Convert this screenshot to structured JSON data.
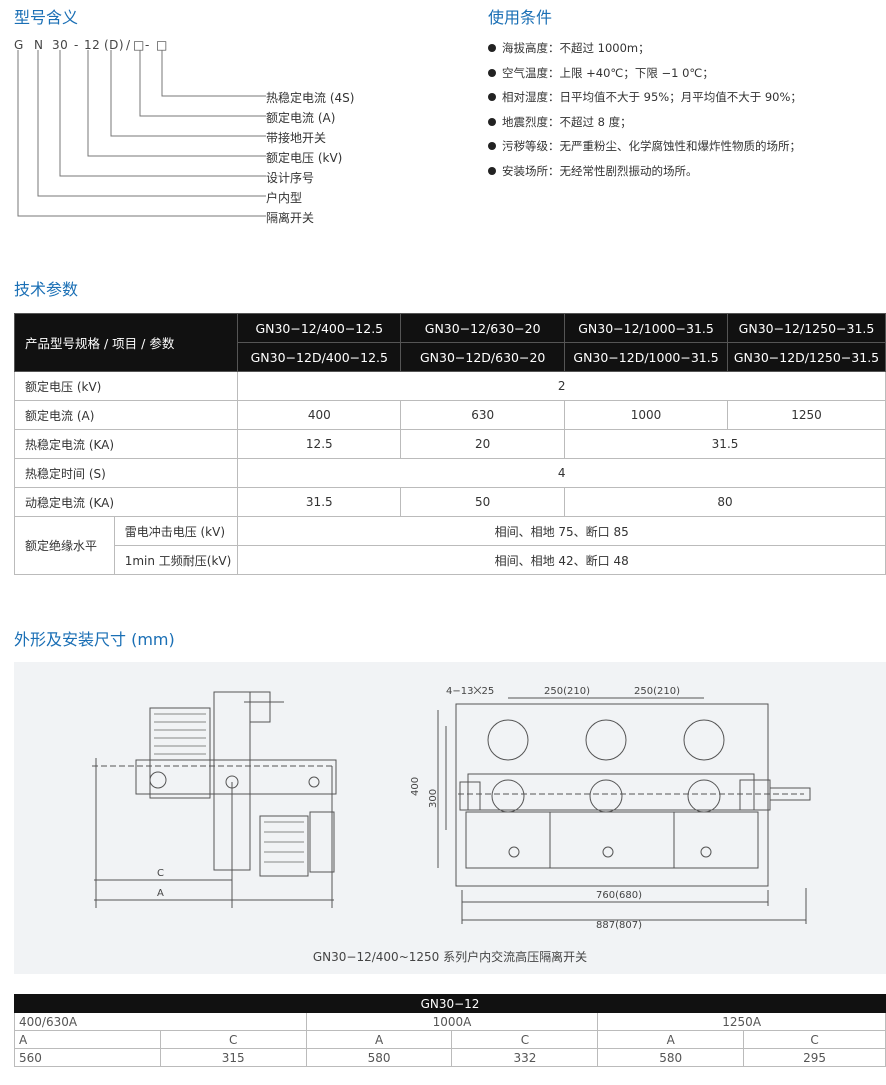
{
  "model_section": {
    "title": "型号含义",
    "code_parts": [
      "G",
      "N",
      "30",
      "-",
      "12",
      "(D)",
      "/",
      "□",
      "-",
      "□"
    ],
    "labels": [
      "热稳定电流 (4S)",
      "额定电流 (A)",
      "带接地开关",
      "额定电压 (kV)",
      "设计序号",
      "户内型",
      "隔离开关"
    ]
  },
  "conditions_section": {
    "title": "使用条件",
    "items": [
      "海拔高度：不超过 1000m；",
      "空气温度：上限 +40℃；下限 −1 0℃；",
      "相对湿度：日平均值不大于 95%；月平均值不大于 90%；",
      "地震烈度：不超过 8 度；",
      "污秽等级：无严重粉尘、化学腐蚀性和爆炸性物质的场所；",
      "安装场所：无经常性剧烈振动的场所。"
    ]
  },
  "tech_section": {
    "title": "技术参数",
    "header_label": "产品型号规格 / 项目 / 参数",
    "models_row1": [
      "GN30−12/400−12.5",
      "GN30−12/630−20",
      "GN30−12/1000−31.5",
      "GN30−12/1250−31.5"
    ],
    "models_row2": [
      "GN30−12D/400−12.5",
      "GN30−12D/630−20",
      "GN30−12D/1000−31.5",
      "GN30−12D/1250−31.5"
    ],
    "rows": {
      "rated_voltage": {
        "label": "额定电压 (kV)",
        "value": "2"
      },
      "rated_current": {
        "label": "额定电流 (A)",
        "values": [
          "400",
          "630",
          "1000",
          "1250"
        ]
      },
      "thermal_current": {
        "label": "热稳定电流 (KA)",
        "values": [
          "12.5",
          "20",
          "31.5"
        ]
      },
      "thermal_time": {
        "label": "热稳定时间 (S)",
        "value": "4"
      },
      "dynamic_current": {
        "label": "动稳定电流 (KA)",
        "values": [
          "31.5",
          "50",
          "80"
        ]
      },
      "insulation": {
        "label": "额定绝缘水平",
        "lightning_label": "雷电冲击电压 (kV)",
        "lightning_value": "相间、相地 75、断口 85",
        "power_freq_label": "1min 工频耐压(kV)",
        "power_freq_value": "相间、相地 42、断口 48"
      }
    }
  },
  "dimension_section": {
    "title": "外形及安装尺寸 (mm)",
    "caption": "GN30−12/400~1250 系列户内交流高压隔离开关",
    "drawing_labels": {
      "c": "C",
      "a": "A",
      "holes": "4−13⨉25",
      "pitch1": "250(210)",
      "pitch2": "250(210)",
      "h400": "400",
      "h300": "300",
      "w760": "760(680)",
      "w887": "887(807)"
    }
  },
  "dims_table": {
    "title": "GN30−12",
    "groups": [
      "400/630A",
      "1000A",
      "1250A"
    ],
    "sub_headers": [
      "A",
      "C",
      "A",
      "C",
      "A",
      "C"
    ],
    "values": [
      "560",
      "315",
      "580",
      "332",
      "580",
      "295"
    ]
  }
}
